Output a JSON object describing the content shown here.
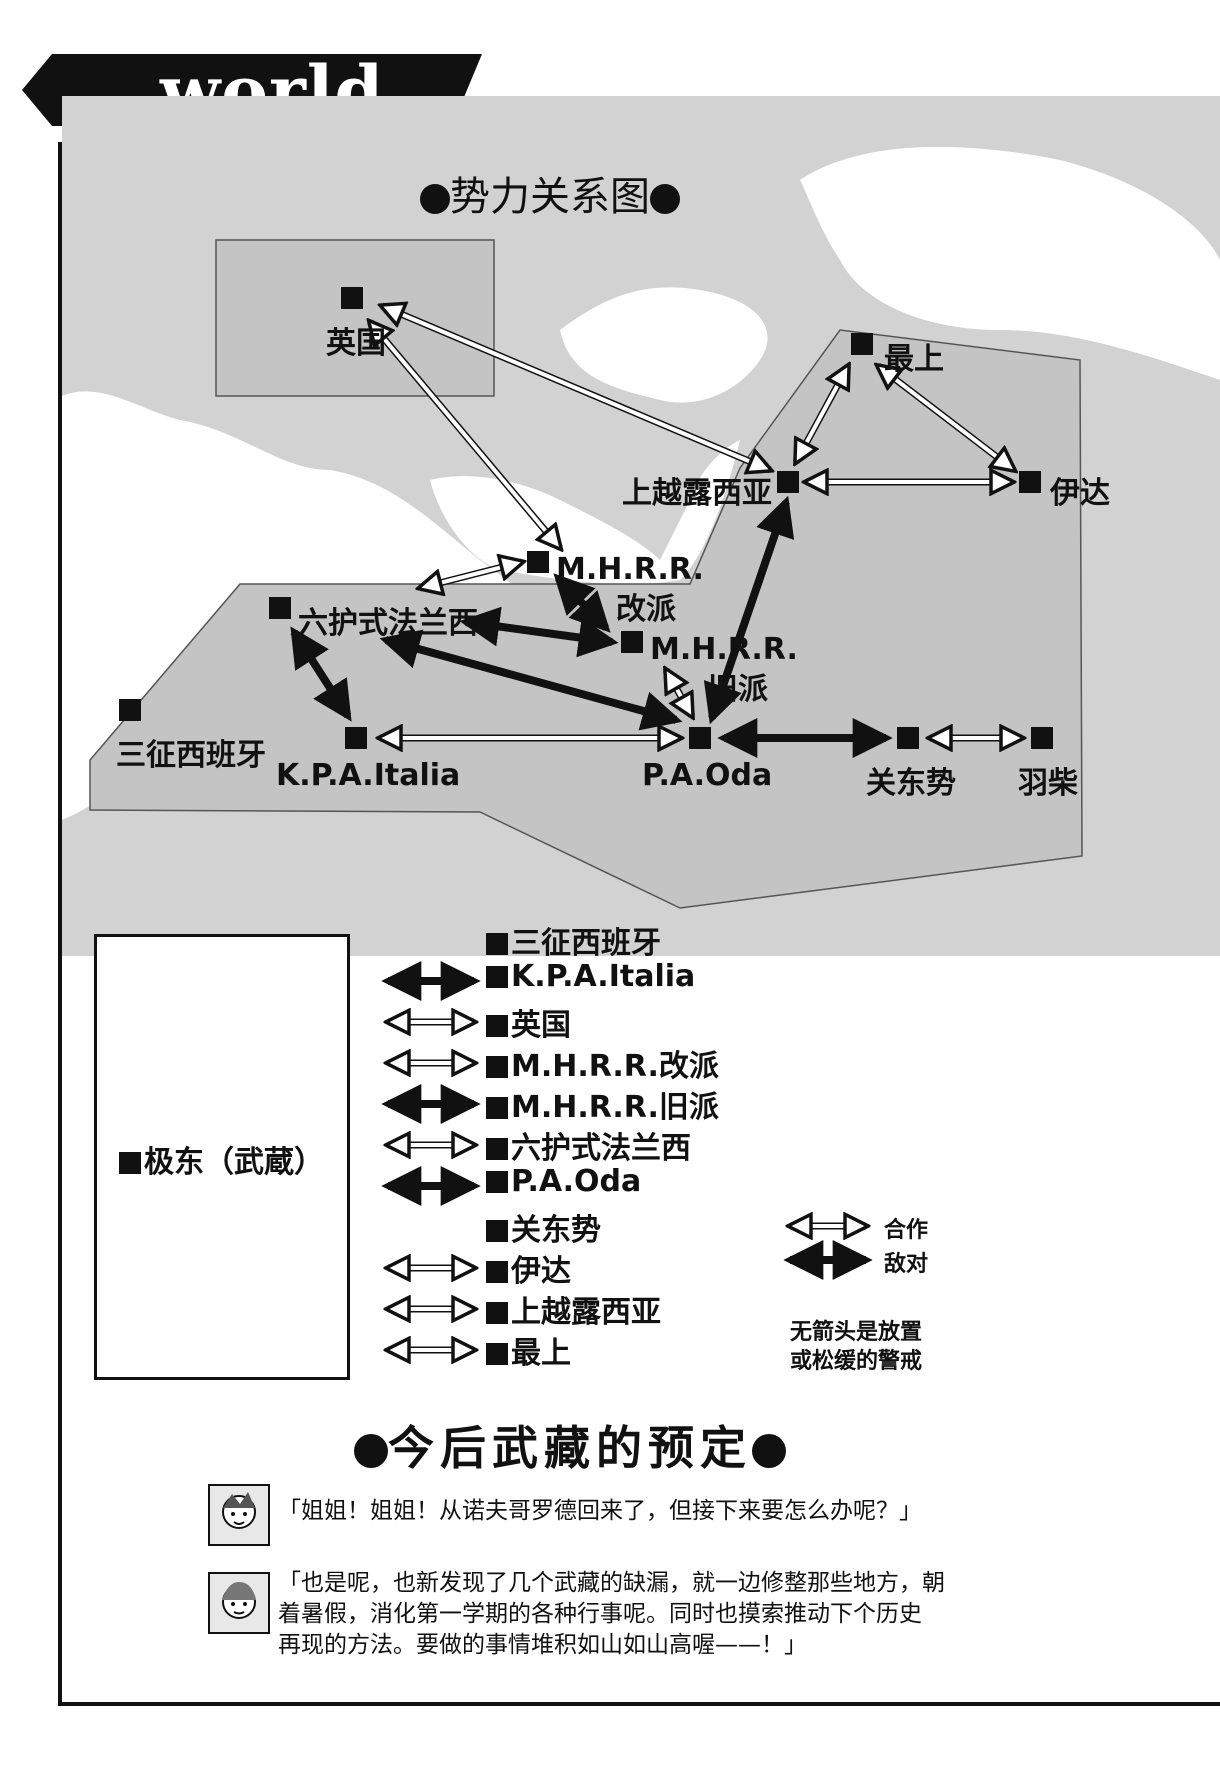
{
  "header": {
    "title": "world"
  },
  "map": {
    "title": "势力关系图",
    "nodes": {
      "eikoku": "英国",
      "mogami": "最上",
      "uesugi": "上越露西亚",
      "date": "伊达",
      "mhrr_kai_1": "M.H.R.R.",
      "mhrr_kai_2": "改派",
      "rokugo": "六护式法兰西",
      "mhrr_kyu_1": "M.H.R.R.",
      "mhrr_kyu_2": "旧派",
      "sansei": "三征西班牙",
      "kpa": "K.P.A.Italia",
      "pa_oda": "P.A.Oda",
      "kantou": "关东势",
      "hashiba": "羽柴"
    }
  },
  "legend": {
    "center_label": "极东（武蔵）",
    "items": [
      {
        "label": "三征西班牙",
        "relation": "none"
      },
      {
        "label": "K.P.A.Italia",
        "relation": "hostile"
      },
      {
        "label": "英国",
        "relation": "cooperate"
      },
      {
        "label": "M.H.R.R.改派",
        "relation": "cooperate"
      },
      {
        "label": "M.H.R.R.旧派",
        "relation": "hostile"
      },
      {
        "label": "六护式法兰西",
        "relation": "cooperate"
      },
      {
        "label": "P.A.Oda",
        "relation": "hostile"
      },
      {
        "label": "关东势",
        "relation": "none"
      },
      {
        "label": "伊达",
        "relation": "cooperate"
      },
      {
        "label": "上越露西亚",
        "relation": "cooperate"
      },
      {
        "label": "最上",
        "relation": "cooperate"
      }
    ],
    "key_cooperate": "合作",
    "key_hostile": "敌对",
    "note_line1": "无箭头是放置",
    "note_line2": "或松缓的警戒"
  },
  "plan": {
    "title": "今后武藏的预定",
    "dialog1": "「姐姐！姐姐！从诺夫哥罗德回来了，但接下来要怎么办呢？」",
    "dialog2_line1": "「也是呢，也新发现了几个武藏的缺漏，就一边修整那些地方，朝",
    "dialog2_line2": "着暑假，消化第一学期的各种行事呢。同时也摸索推动下个历史",
    "dialog2_line3": "再现的方法。要做的事情堆积如山如山高喔——！」"
  },
  "colors": {
    "ink": "#111111",
    "map_fill": "#d2d2d2",
    "land": "#ffffff",
    "region": "#c4c4c4"
  }
}
